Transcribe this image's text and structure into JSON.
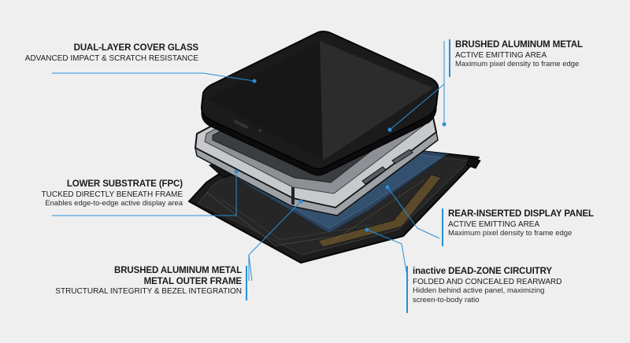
{
  "colors": {
    "background": "#efefef",
    "leader": "#2a8fd8",
    "glass": "#1b1b1b",
    "frame": "#a9adb2",
    "panel": "#2d4561",
    "substrate": "#222222"
  },
  "callouts": {
    "cover_glass": {
      "title": "DUAL-LAYER COVER GLASS",
      "subtitle": "ADVANCED IMPACT & SCRATCH RESISTANCE"
    },
    "metal_top": {
      "title": "BRUSHED ALUMINUM METAL",
      "subtitle": "ACTIVE EMITTING AREA",
      "note": "Maximum pixel density to frame edge"
    },
    "substrate": {
      "title": "LOWER SUBSTRATE (FPC)",
      "subtitle": "TUCKED DIRECTLY BENEATH FRAME",
      "note": "Enables edge-to-edge active display area"
    },
    "display_panel": {
      "title": "REAR-INSERTED DISPLAY PANEL",
      "subtitle": "ACTIVE EMITTING AREA",
      "note": "Maximum pixel density to frame edge"
    },
    "outer_frame": {
      "title1": "BRUSHED ALUMINUM METAL",
      "title2": "METAL OUTER FRAME",
      "subtitle": "STRUCTURAL INTEGRITY & BEZEL INTEGRATION"
    },
    "dead_zone": {
      "title": "inactive DEAD-ZONE CIRCUITRY",
      "subtitle": "FOLDED AND CONCEALED REARWARD",
      "note1": "Hidden behind active panel, maximizing",
      "note2": "screen-to-body ratio"
    }
  }
}
